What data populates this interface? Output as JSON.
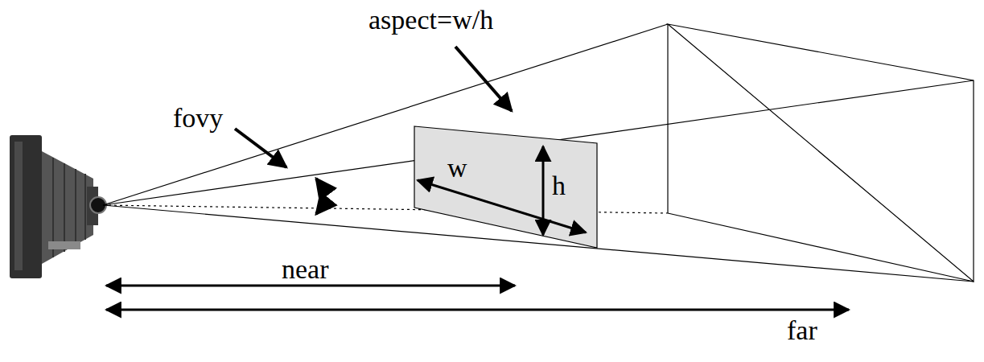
{
  "diagram": {
    "labels": [
      "aspect=w/h",
      "fovy",
      "w",
      "h",
      "near",
      "far"
    ]
  }
}
